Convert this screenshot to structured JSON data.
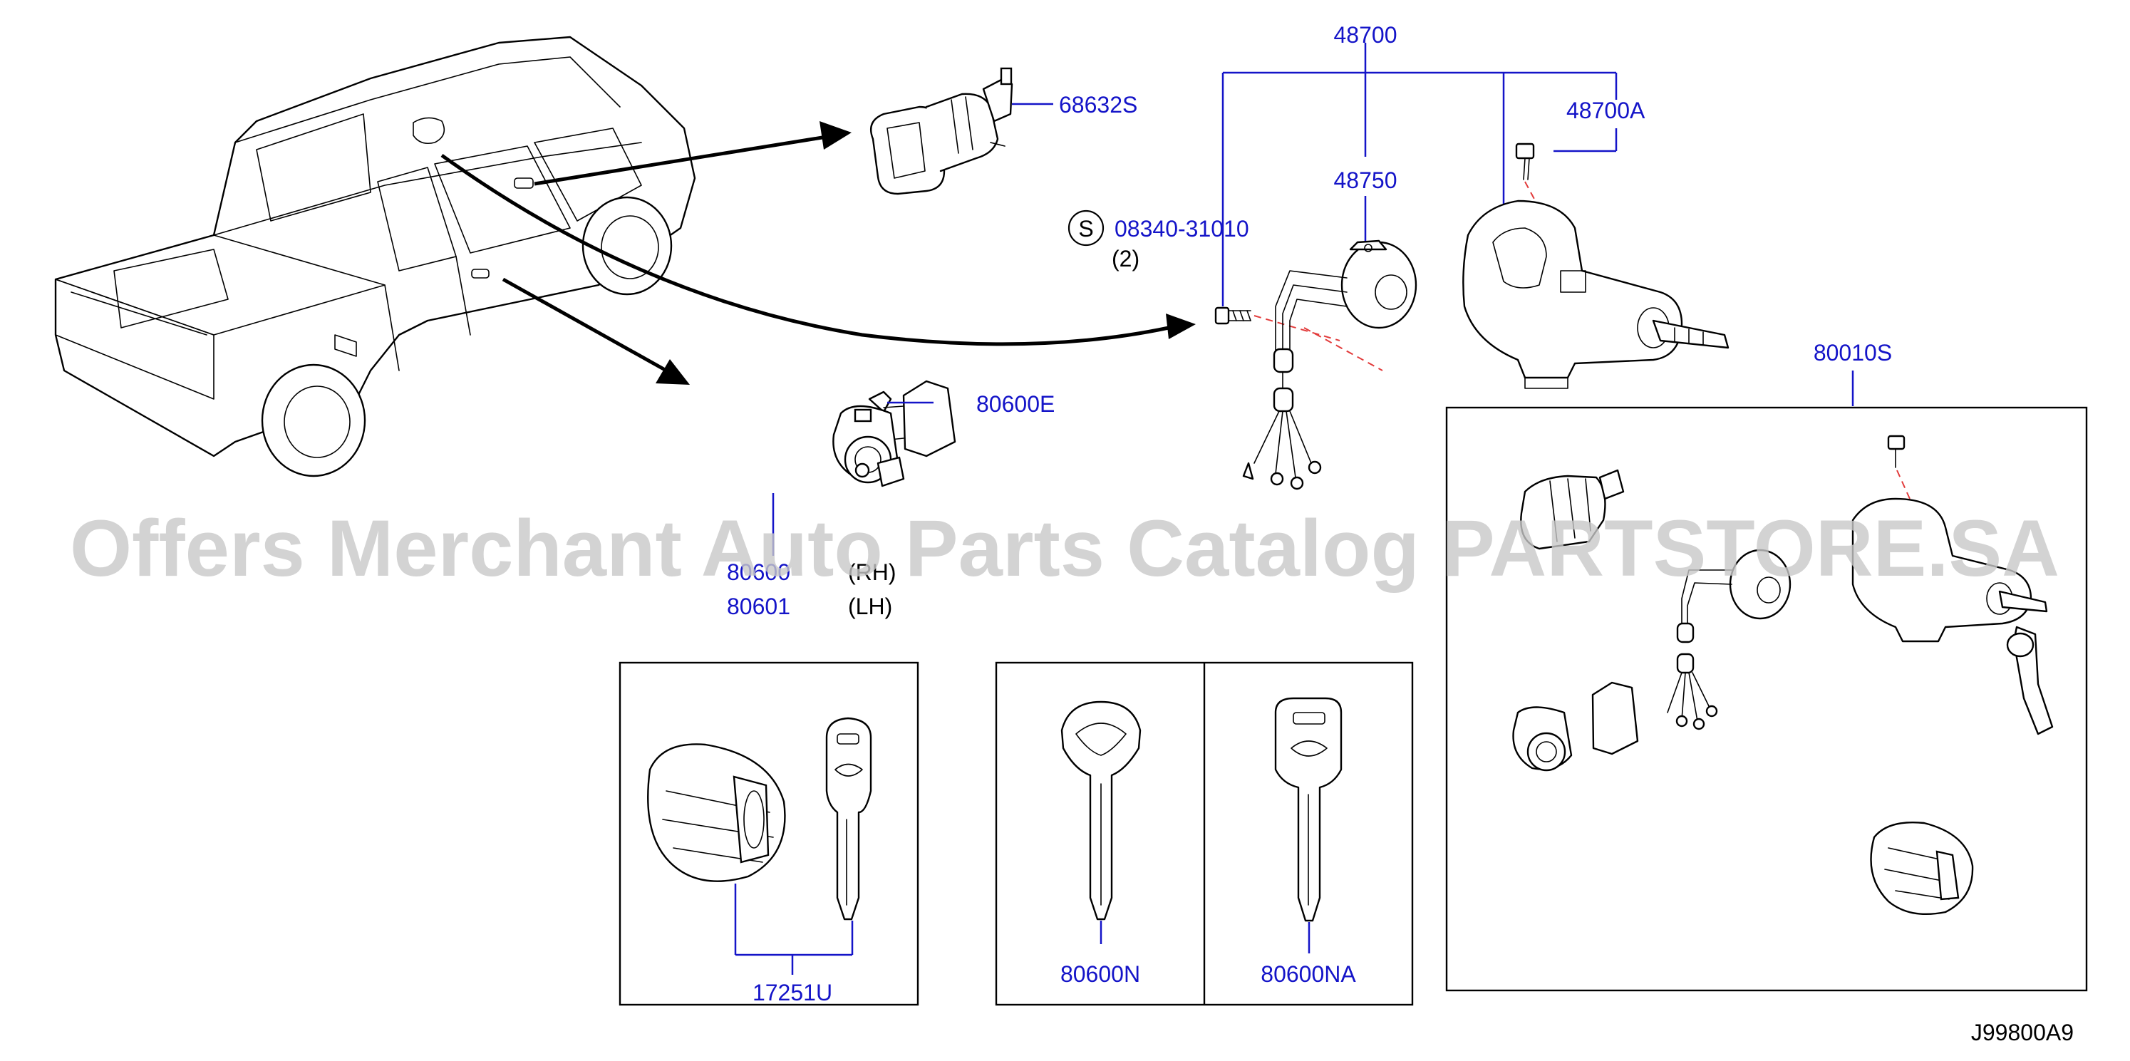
{
  "labels": {
    "p48700": "48700",
    "p48700A": "48700A",
    "p48750": "48750",
    "p68632S": "68632S",
    "s_symbol": "S",
    "p08340": "08340-31010",
    "qty08340": "(2)",
    "p80600E": "80600E",
    "p80600": "80600",
    "rh": "(RH)",
    "p80601": "80601",
    "lh": "(LH)",
    "p80010S": "80010S",
    "p17251U": "17251U",
    "p80600N": "80600N",
    "p80600NA": "80600NA",
    "diagram_code": "J99800A9"
  },
  "watermark": "Offers Merchant Auto Parts Catalog PARTSTORE.SA",
  "colors": {
    "part_number": "#1414c8",
    "leader_line": "#1414c8",
    "dashed_alignment": "#e23a3a",
    "watermark": "#c8c8c8"
  }
}
